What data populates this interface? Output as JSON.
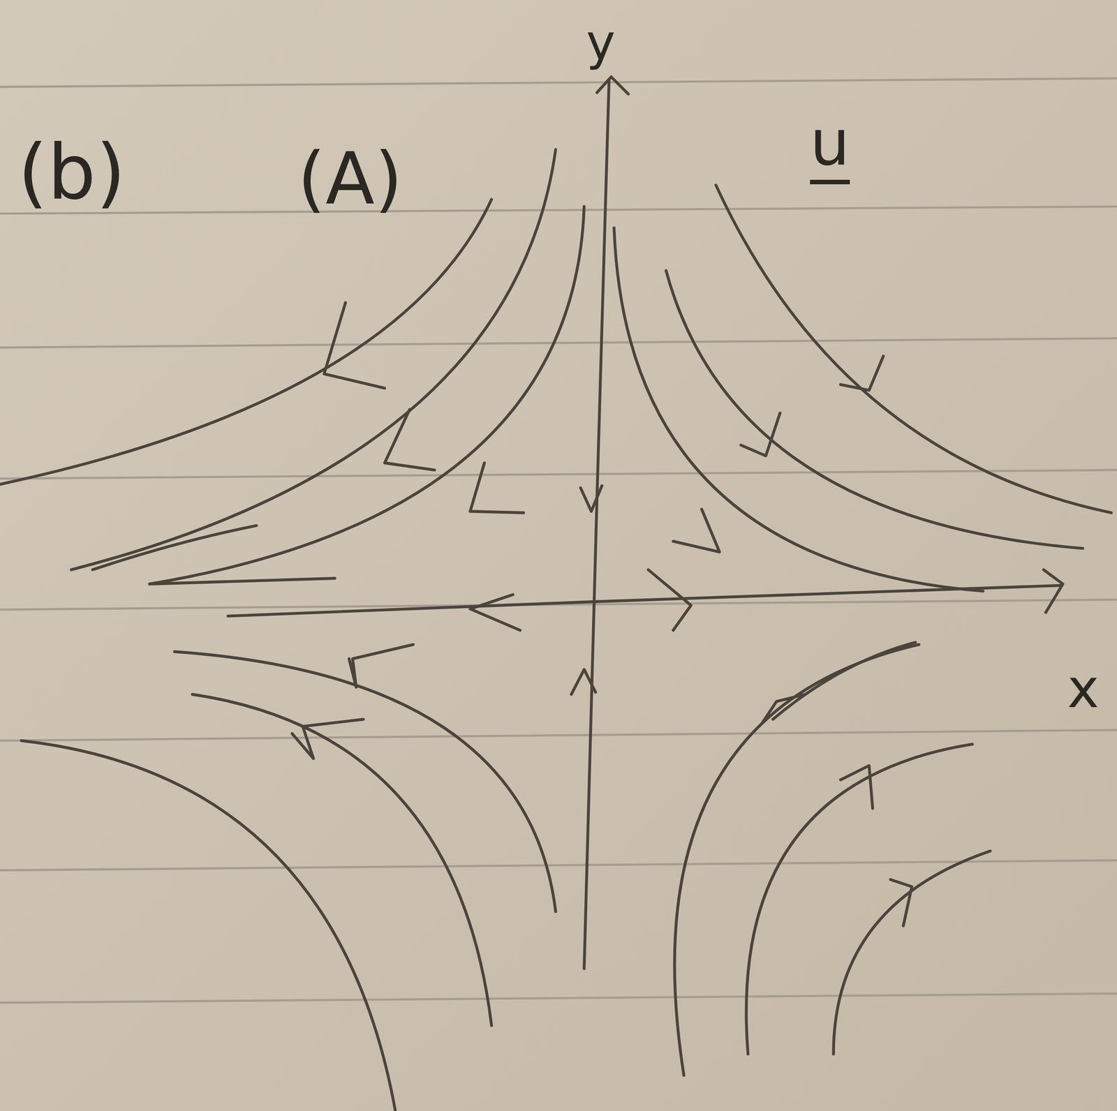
{
  "diagram": {
    "labels": [
      "(b)",
      "(A)",
      "y",
      "u",
      "x"
    ]
  }
}
